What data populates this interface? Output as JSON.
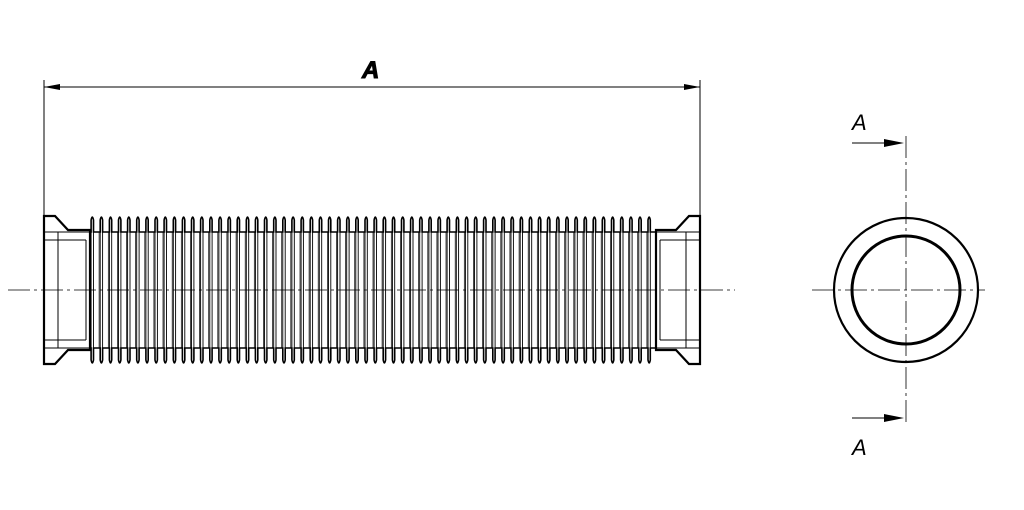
{
  "drawing": {
    "dimension_label": "A",
    "section_labels": [
      "A",
      "A"
    ],
    "colors": {
      "line": "#000000",
      "background": "#ffffff"
    }
  }
}
